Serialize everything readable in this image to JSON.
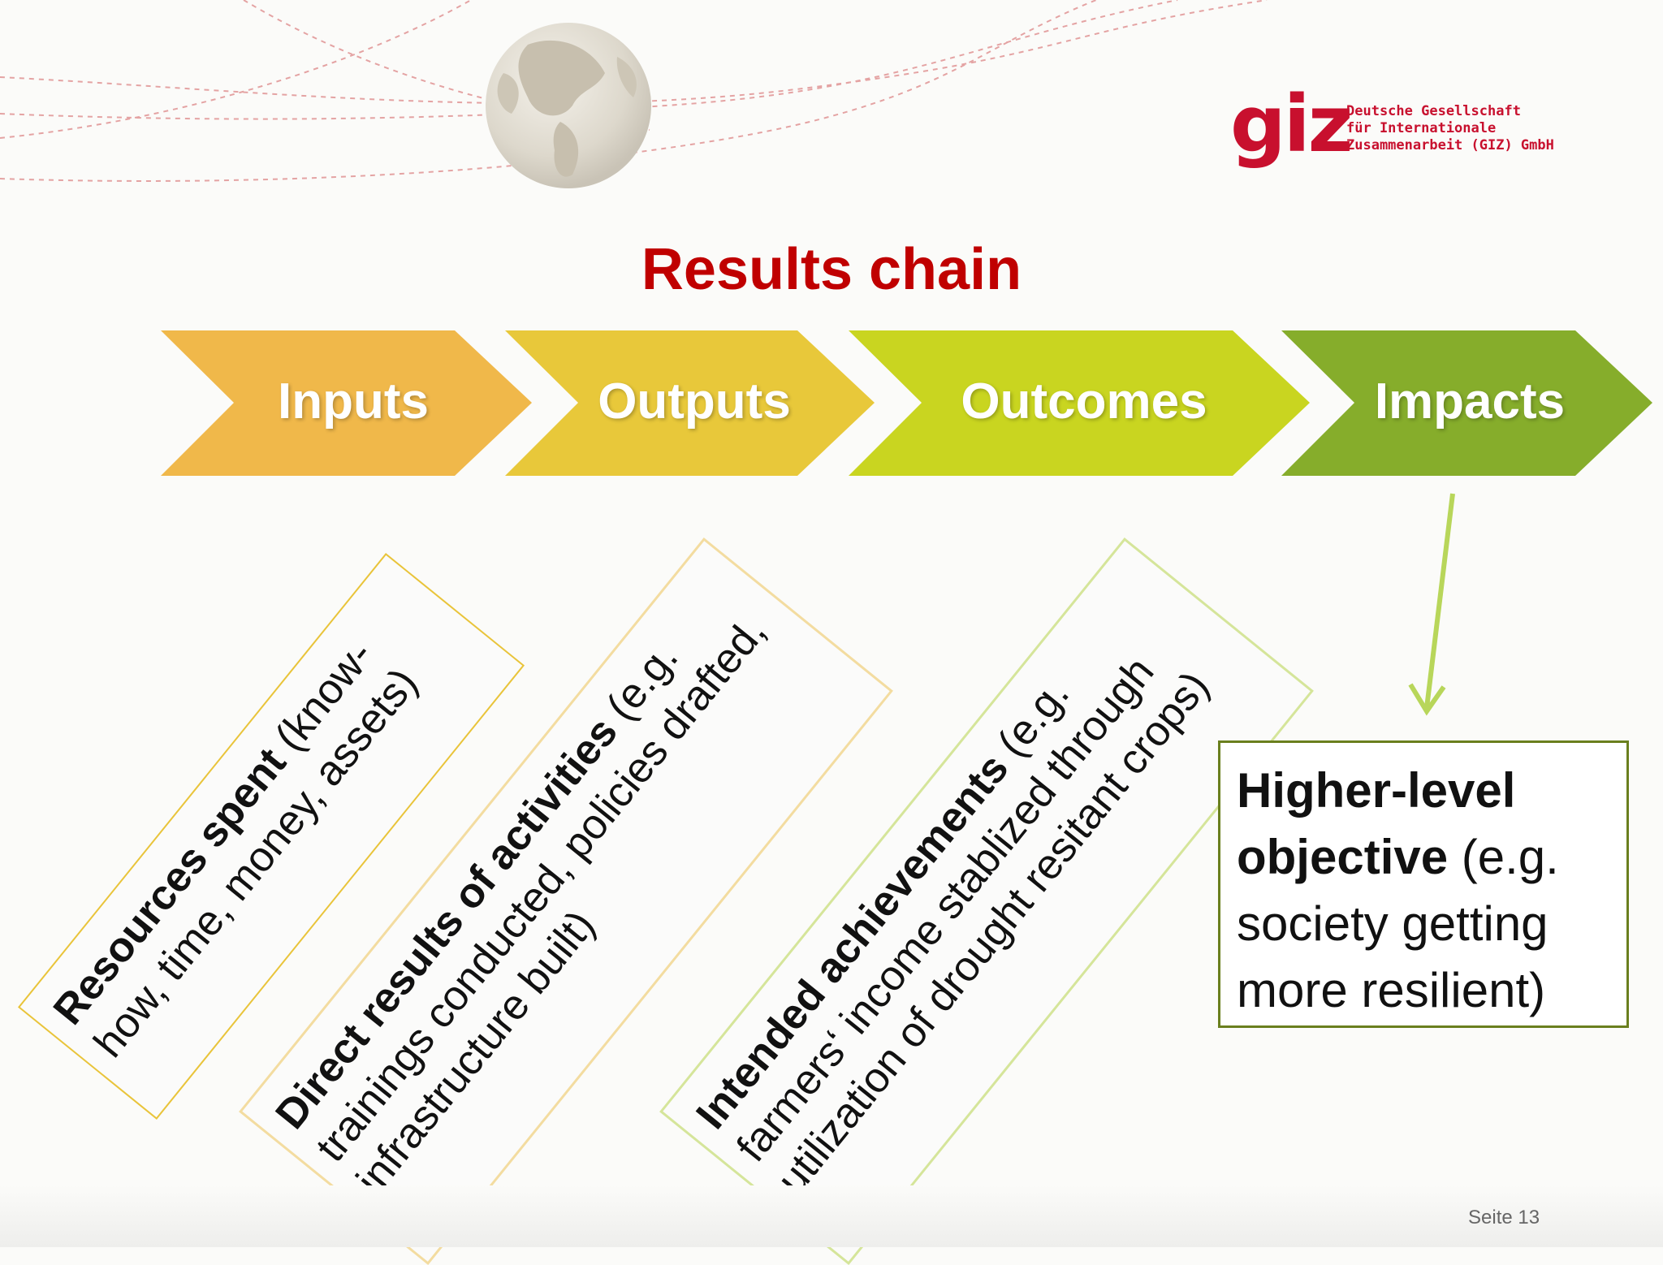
{
  "logo": {
    "mark": "giz",
    "lines": [
      "Deutsche Gesellschaft",
      "für Internationale",
      "Zusammenarbeit (GIZ) GmbH"
    ]
  },
  "title": "Results chain",
  "chevrons": [
    {
      "label": "Inputs",
      "color": "#f0b84a"
    },
    {
      "label": "Outputs",
      "color": "#e8c83a"
    },
    {
      "label": "Outcomes",
      "color": "#c9d520"
    },
    {
      "label": "Impacts",
      "color": "#86ad2b"
    }
  ],
  "boxes": {
    "inputs": {
      "bold": "Resources spent",
      "rest": " (know-how, time, money, assets)",
      "border": "#e9c43a"
    },
    "outputs": {
      "bold": "Direct results of activities",
      "rest": " (e.g. trainings conducted, policies drafted, infrastructure built)",
      "border": "#f3dca0"
    },
    "outcomes": {
      "bold": "Intended achievements",
      "rest": " (e.g. farmers‘ income stablized through utilization of drought resitant crops)",
      "border": "#d5e59a"
    },
    "impacts": {
      "bold": "Higher-level objective",
      "rest": " (e.g. society getting more resilient)",
      "border": "#6a7f1e"
    }
  },
  "arrow_color": "#b8d65a",
  "page_label": "Seite 13"
}
